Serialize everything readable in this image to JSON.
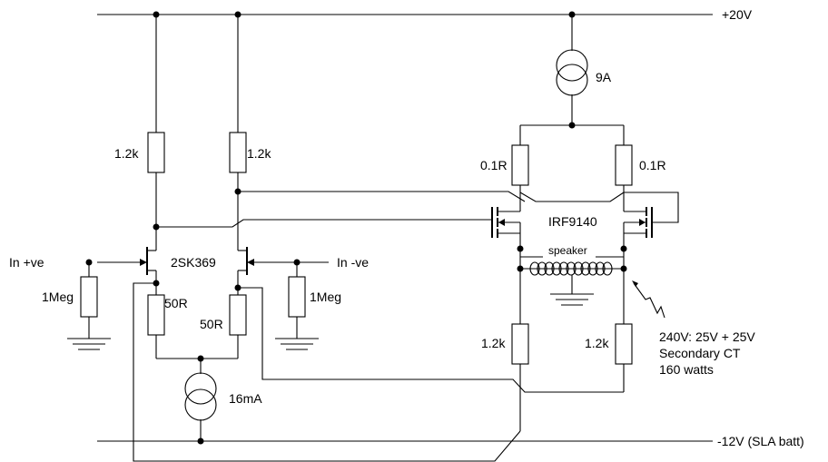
{
  "rails": {
    "positive": "+20V",
    "negative": "-12V (SLA batt)"
  },
  "inputs": {
    "noninverting": "In +ve",
    "inverting": "In -ve"
  },
  "resistors": {
    "left_load": "1.2k",
    "right_load": "1.2k",
    "left_bias": "1Meg",
    "right_bias": "1Meg",
    "left_source": "50R",
    "right_source": "50R",
    "left_sense": "0.1R",
    "right_sense": "0.1R",
    "left_return": "1.2k",
    "right_return": "1.2k"
  },
  "devices": {
    "jfet_pair": "2SK369",
    "mosfet_pair": "IRF9140"
  },
  "current_sources": {
    "output": "9A",
    "tail": "16mA"
  },
  "transformer": {
    "load_label": "speaker",
    "spec_line1": "240V: 25V + 25V",
    "spec_line2": "Secondary CT",
    "spec_line3": "160 watts"
  }
}
